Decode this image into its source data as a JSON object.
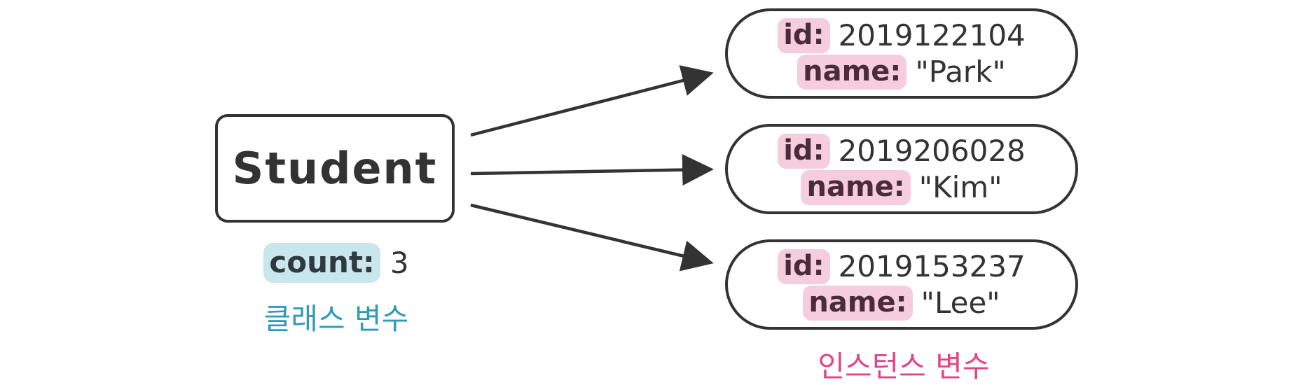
{
  "class_box": {
    "name": "Student"
  },
  "class_variable": {
    "key": "count:",
    "value": "3",
    "label": "클래스 변수"
  },
  "instances": [
    {
      "id_key": "id:",
      "id_value": "2019122104",
      "name_key": "name:",
      "name_value": "\"Park\""
    },
    {
      "id_key": "id:",
      "id_value": "2019206028",
      "name_key": "name:",
      "name_value": "\"Kim\""
    },
    {
      "id_key": "id:",
      "id_value": "2019153237",
      "name_key": "name:",
      "name_value": "\"Lee\""
    }
  ],
  "instance_variable_label": "인스턴스 변수",
  "colors": {
    "stroke": "#333333",
    "class_var_highlight": "#c9e6ec",
    "class_var_label": "#2f9bb5",
    "instance_key_highlight": "#f6cddd",
    "instance_var_label": "#e0458a"
  }
}
